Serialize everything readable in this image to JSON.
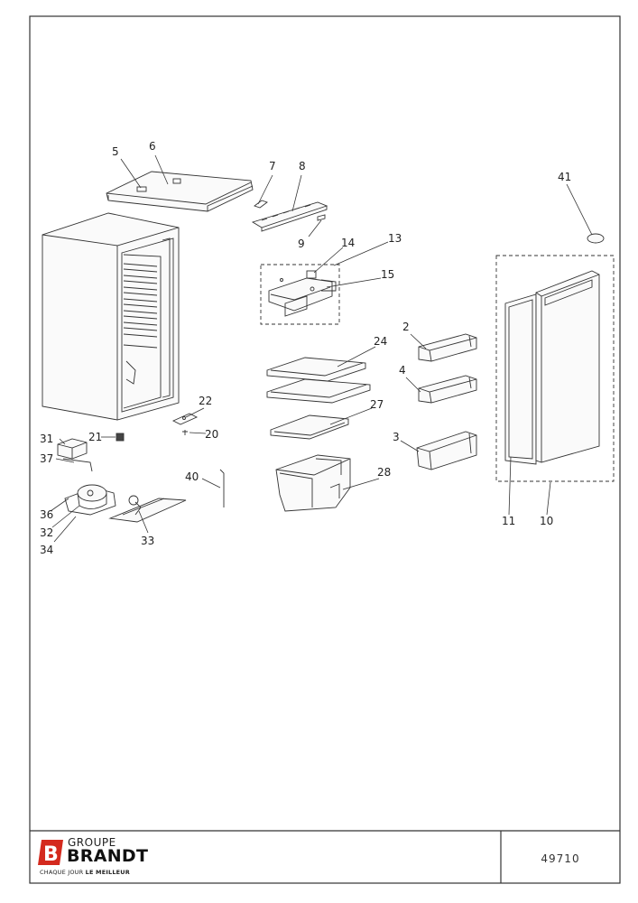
{
  "diagram": {
    "part_labels": {
      "p2": "2",
      "p3": "3",
      "p4": "4",
      "p5": "5",
      "p6": "6",
      "p7": "7",
      "p8": "8",
      "p9": "9",
      "p10": "10",
      "p11": "11",
      "p13": "13",
      "p14": "14",
      "p15": "15",
      "p20": "20",
      "p21": "21",
      "p22": "22",
      "p24": "24",
      "p27": "27",
      "p28": "28",
      "p31": "31",
      "p32": "32",
      "p33": "33",
      "p34": "34",
      "p36": "36",
      "p37": "37",
      "p40": "40",
      "p41": "41"
    }
  },
  "footer": {
    "brand_group": "GROUPE",
    "brand_name": "BRANDT",
    "slogan_start": "CHAQUE JOUR",
    "slogan_bold": "LE MEILLEUR",
    "logo_letter": "B",
    "document_number": "49710"
  },
  "colors": {
    "logo_red": "#d42a1e",
    "line": "#333333"
  }
}
